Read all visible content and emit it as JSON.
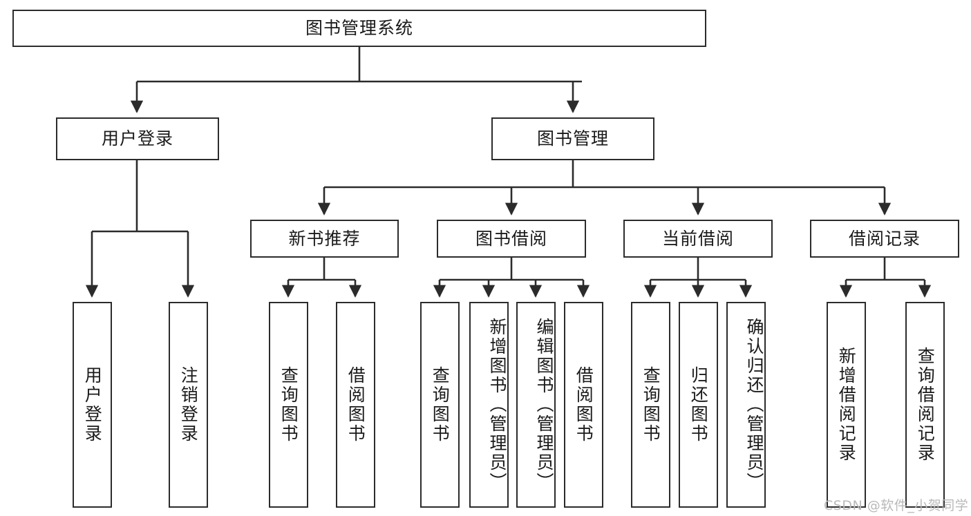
{
  "diagram": {
    "type": "tree",
    "title": "图书管理系统",
    "watermark": "CSDN @软件_小贺同学",
    "root": {
      "id": "root",
      "label": "图书管理系统",
      "orientation": "horizontal"
    },
    "level2": [
      {
        "id": "user-login",
        "label": "用户登录",
        "orientation": "horizontal"
      },
      {
        "id": "book-management",
        "label": "图书管理",
        "orientation": "horizontal"
      }
    ],
    "level3": [
      {
        "id": "new-book-recommend",
        "label": "新书推荐",
        "orientation": "horizontal",
        "parent": "book-management"
      },
      {
        "id": "book-borrow",
        "label": "图书借阅",
        "orientation": "horizontal",
        "parent": "book-management"
      },
      {
        "id": "current-borrow",
        "label": "当前借阅",
        "orientation": "horizontal",
        "parent": "book-management"
      },
      {
        "id": "borrow-record",
        "label": "借阅记录",
        "orientation": "horizontal",
        "parent": "book-management"
      }
    ],
    "leaves": [
      {
        "id": "leaf-user-login",
        "label": "用户登录",
        "parent": "user-login",
        "orientation": "vertical",
        "align": "center"
      },
      {
        "id": "leaf-user-logout",
        "label": "注销登录",
        "parent": "user-login",
        "orientation": "vertical",
        "align": "center"
      },
      {
        "id": "leaf-query-book-1",
        "label": "查询图书",
        "parent": "new-book-recommend",
        "orientation": "vertical",
        "align": "center"
      },
      {
        "id": "leaf-borrow-book-1",
        "label": "借阅图书",
        "parent": "new-book-recommend",
        "orientation": "vertical",
        "align": "center"
      },
      {
        "id": "leaf-query-book-2",
        "label": "查询图书",
        "parent": "book-borrow",
        "orientation": "vertical",
        "align": "center"
      },
      {
        "id": "leaf-add-book",
        "label": "新增图书（管理员）",
        "parent": "book-borrow",
        "orientation": "vertical",
        "align": "top"
      },
      {
        "id": "leaf-edit-book",
        "label": "编辑图书（管理员）",
        "parent": "book-borrow",
        "orientation": "vertical",
        "align": "top"
      },
      {
        "id": "leaf-borrow-book-2",
        "label": "借阅图书",
        "parent": "book-borrow",
        "orientation": "vertical",
        "align": "center"
      },
      {
        "id": "leaf-query-book-3",
        "label": "查询图书",
        "parent": "current-borrow",
        "orientation": "vertical",
        "align": "center"
      },
      {
        "id": "leaf-return-book",
        "label": "归还图书",
        "parent": "current-borrow",
        "orientation": "vertical",
        "align": "center"
      },
      {
        "id": "leaf-confirm-return",
        "label": "确认归还（管理员）",
        "parent": "current-borrow",
        "orientation": "vertical",
        "align": "top"
      },
      {
        "id": "leaf-add-record",
        "label": "新增借阅记录",
        "parent": "borrow-record",
        "orientation": "vertical",
        "align": "center"
      },
      {
        "id": "leaf-query-record",
        "label": "查询借阅记录",
        "parent": "borrow-record",
        "orientation": "vertical",
        "align": "center"
      }
    ],
    "style": {
      "stroke": "#2b2b2b",
      "box_fill": "#ffffff",
      "text_color": "#1a1a1a",
      "watermark_color": "#b9b9b9"
    }
  }
}
